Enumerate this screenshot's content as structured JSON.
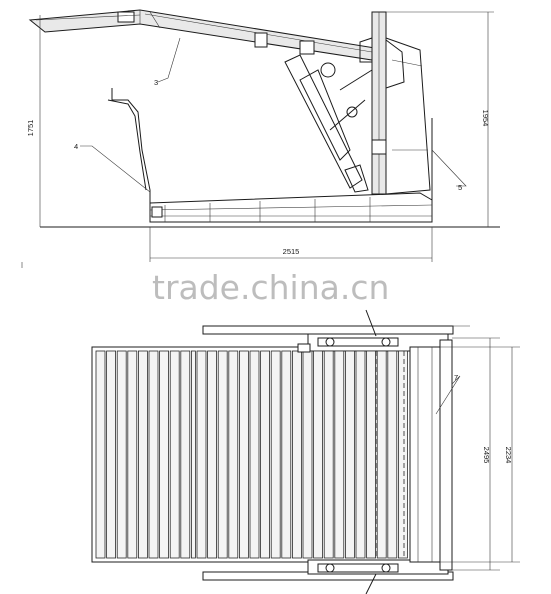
{
  "side_view": {
    "dim_height": "1751",
    "dim_right": "1954",
    "dim_length": "2515",
    "callouts": [
      "3",
      "4",
      "5"
    ]
  },
  "top_view": {
    "dim_inner": "2495",
    "dim_outer": "2234",
    "callouts": [
      "7"
    ]
  },
  "watermark": "trade.china.cn"
}
